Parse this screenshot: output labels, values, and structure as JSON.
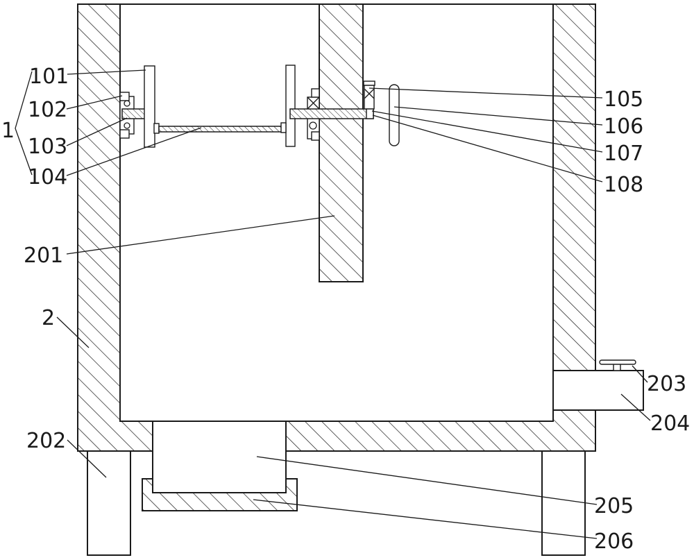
{
  "labels": {
    "l1": "1",
    "l2": "2",
    "l101": "101",
    "l102": "102",
    "l103": "103",
    "l104": "104",
    "l105": "105",
    "l106": "106",
    "l107": "107",
    "l108": "108",
    "l201": "201",
    "l202": "202",
    "l203": "203",
    "l204": "204",
    "l205": "205",
    "l206": "206"
  },
  "colors": {
    "line": "#1a1a1a",
    "background": "#ffffff"
  }
}
